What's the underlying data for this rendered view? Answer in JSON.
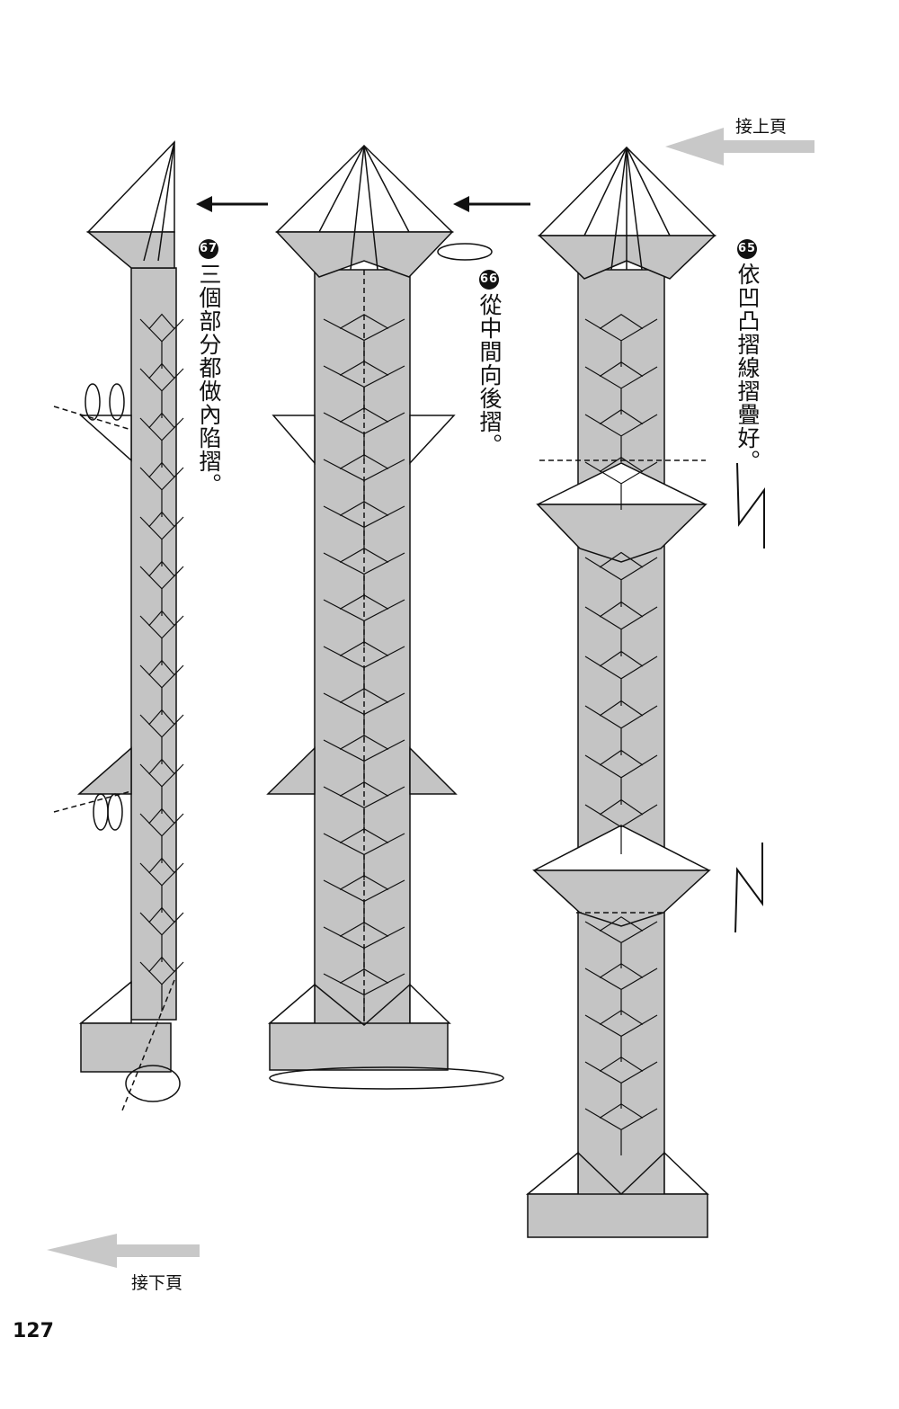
{
  "nav": {
    "continue_from_prev": "接上頁",
    "continue_to_next": "接下頁"
  },
  "steps": [
    {
      "number": "65",
      "text": "依凹凸摺線摺疊好。"
    },
    {
      "number": "66",
      "text": "從中間向後摺。"
    },
    {
      "number": "67",
      "text": "三個部分都做內陷摺。"
    }
  ],
  "page_number": "127",
  "colors": {
    "paper_shade": "#c4c4c4",
    "paper_white": "#ffffff",
    "line": "#111111",
    "nav_arrow": "#c8c8c8"
  }
}
